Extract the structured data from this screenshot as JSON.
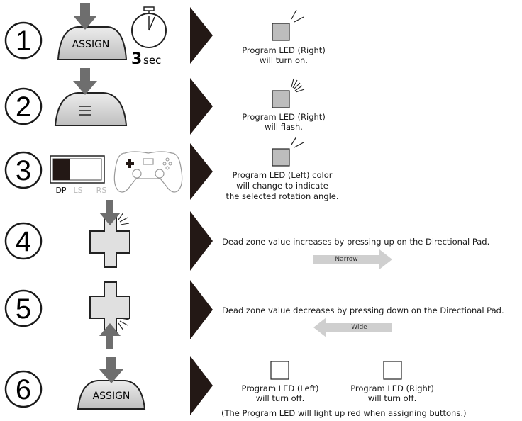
{
  "steps": [
    {
      "number": "1",
      "button_label": "ASSIGN",
      "timer_value": "3",
      "timer_unit": "sec",
      "result_lines": [
        "Program LED (Right)",
        "will turn on."
      ]
    },
    {
      "number": "2",
      "result_lines": [
        "Program LED (Right)",
        "will flash."
      ]
    },
    {
      "number": "3",
      "switch_labels": [
        "DP",
        "LS",
        "RS"
      ],
      "result_lines": [
        "Program LED (Left) color",
        "will change to indicate",
        "the selected rotation angle."
      ]
    },
    {
      "number": "4",
      "result_text": "Dead zone value increases by pressing up on the Directional Pad.",
      "arrow_label": "Narrow"
    },
    {
      "number": "5",
      "result_text": "Dead zone value decreases by pressing down on the Directional Pad.",
      "arrow_label": "Wide"
    },
    {
      "number": "6",
      "button_label": "ASSIGN",
      "left_led_lines": [
        "Program LED (Left)",
        "will turn off."
      ],
      "right_led_lines": [
        "Program LED (Right)",
        "will turn off."
      ],
      "footnote": "(The Program LED will light up red when assigning buttons.)"
    }
  ],
  "colors": {
    "arrow": "#6e6e6e",
    "led_on": "#bdbdbd",
    "button_fill": "#d6d6d6",
    "triangle": "#231815",
    "dpad": "#e0e0e0"
  }
}
